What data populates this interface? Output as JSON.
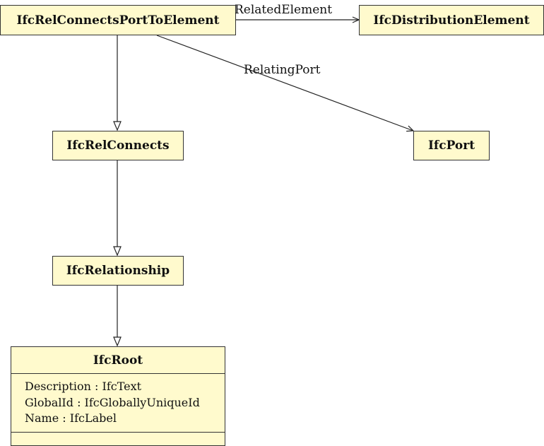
{
  "classes": {
    "rel_connects_port_to_element": "IfcRelConnectsPortToElement",
    "distribution_element": "IfcDistributionElement",
    "rel_connects": "IfcRelConnects",
    "port": "IfcPort",
    "relationship": "IfcRelationship",
    "root": {
      "name": "IfcRoot",
      "attributes": [
        "Description : IfcText",
        "GlobalId : IfcGloballyUniqueId",
        "Name : IfcLabel"
      ]
    }
  },
  "associations": {
    "related_element": "RelatedElement",
    "relating_port": "RelatingPort"
  },
  "colors": {
    "box_fill": "#fffacd",
    "stroke": "#333333"
  }
}
